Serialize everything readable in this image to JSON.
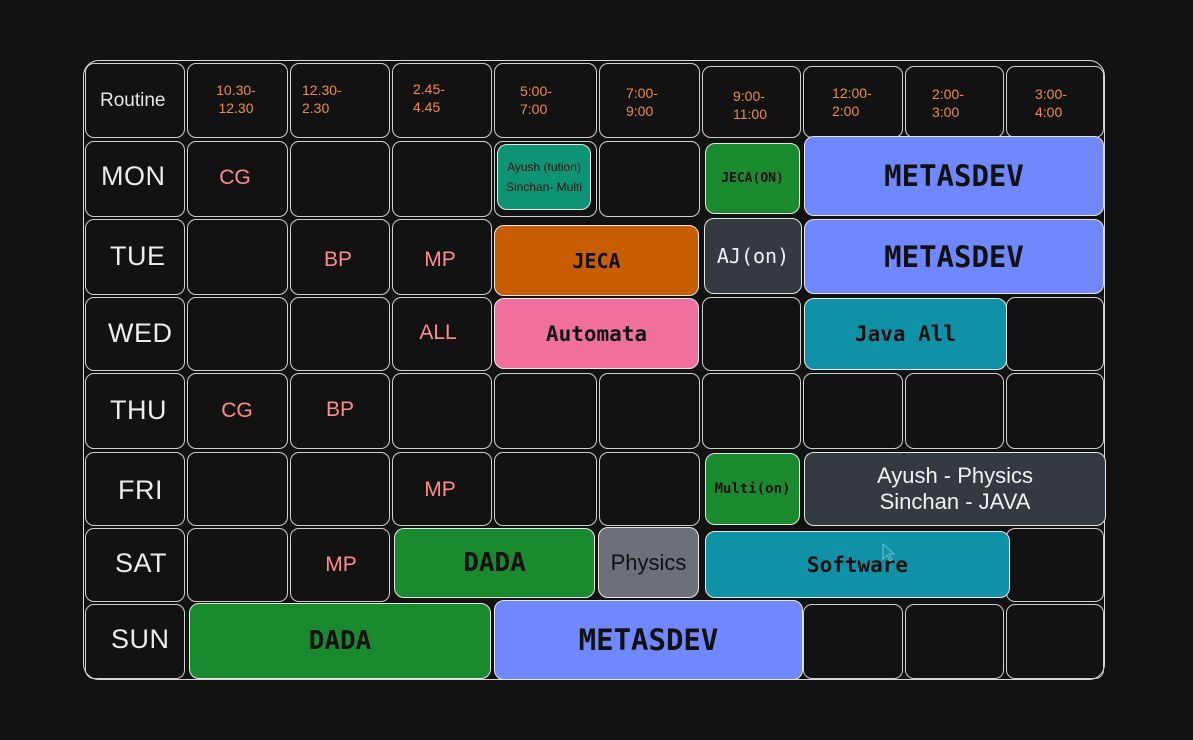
{
  "corner_label": "Routine",
  "time_slots": [
    "10.30-\n12.30",
    "12.30-\n2.30",
    "2.45-\n4.45",
    "5:00-\n7:00",
    "7:00-\n9:00",
    "9:00-\n11:00",
    "12:00-\n2:00",
    "2:00-\n3:00",
    "3:00-\n4:00"
  ],
  "days": [
    "MON",
    "TUE",
    "WED",
    "THU",
    "FRI",
    "SAT",
    "SUN"
  ],
  "plain_entries": {
    "mon_cg": "CG",
    "tue_bp": "BP",
    "tue_mp": "MP",
    "wed_all": "ALL",
    "thu_cg": "CG",
    "thu_bp": "BP",
    "fri_mp": "MP",
    "sat_mp": "MP"
  },
  "blocks": {
    "mon_tution_line1": "Ayush (tution)",
    "mon_tution_line2": "Sinchan- Multi",
    "mon_jeca_on": "JECA(ON)",
    "mon_metasdev": "METASDEV",
    "tue_jeca": "JECA",
    "tue_aj_on": "AJ(on)",
    "tue_metasdev": "METASDEV",
    "wed_automata": "Automata",
    "wed_java_all": "Java All",
    "fri_multi_on": "Multi(on)",
    "fri_line1": "Ayush - Physics",
    "fri_line2": "Sinchan - JAVA",
    "sat_dada": "DADA",
    "sat_physics": "Physics",
    "sat_software": "Software",
    "sun_dada": "DADA",
    "sun_metasdev": "METASDEV"
  },
  "colors": {
    "background": "#121212",
    "grid_line": "#cfcfcf",
    "header_text": "#f08c3a",
    "plain_entry_text": "#ff8b8b",
    "teal_green": "#0c9474",
    "green": "#1a8a2e",
    "blue": "#7088ff",
    "orange": "#c85d04",
    "dark_gray": "#343a40",
    "pink": "#f06f9d",
    "teal": "#0f91a7",
    "gray": "#6c7179"
  }
}
